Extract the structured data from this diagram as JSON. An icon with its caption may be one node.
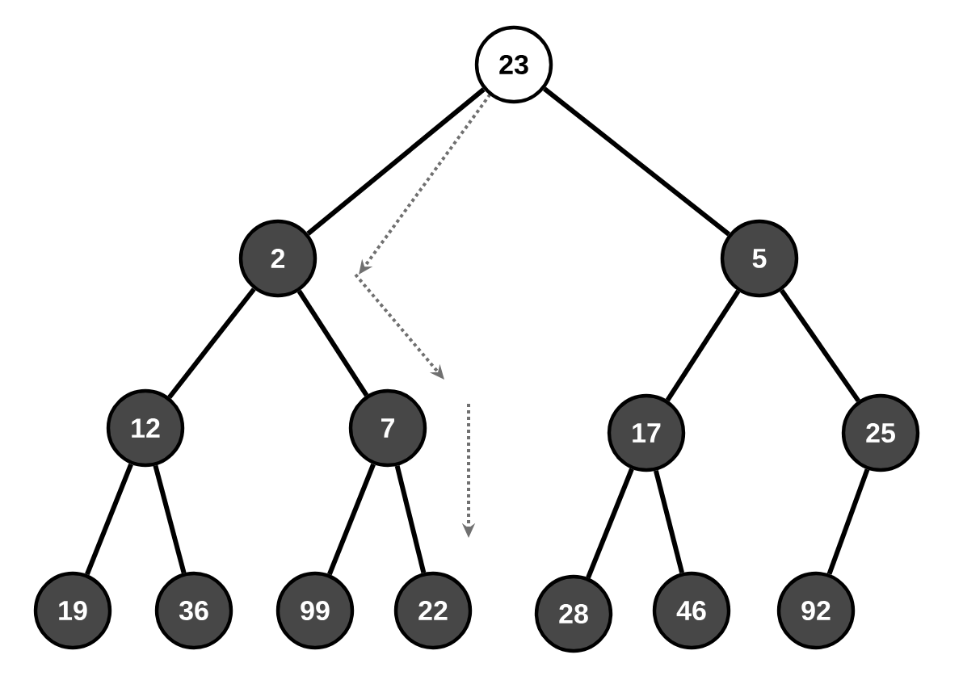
{
  "diagram": {
    "nodes": [
      {
        "text": [
          "23"
        ]
      },
      {
        "text": [
          "2"
        ]
      },
      {
        "text": [
          "5"
        ]
      },
      {
        "text": [
          "12"
        ]
      },
      {
        "text": [
          "7"
        ]
      },
      {
        "text": [
          "17"
        ]
      },
      {
        "text": [
          "25"
        ]
      },
      {
        "text": [
          "19"
        ]
      },
      {
        "text": [
          "36"
        ]
      },
      {
        "text": [
          "99"
        ]
      },
      {
        "text": [
          "22"
        ]
      },
      {
        "text": [
          "28"
        ]
      },
      {
        "text": [
          "46"
        ]
      },
      {
        "text": [
          "92"
        ]
      }
    ],
    "edges": [
      {
        "from": 0,
        "to": 1,
        "arrow": "none"
      },
      {
        "from": 0,
        "to": 2,
        "arrow": "none"
      },
      {
        "from": 1,
        "to": 3,
        "arrow": "none"
      },
      {
        "from": 1,
        "to": 4,
        "arrow": "none"
      },
      {
        "from": 2,
        "to": 5,
        "arrow": "none"
      },
      {
        "from": 2,
        "to": 6,
        "arrow": "none"
      },
      {
        "from": 3,
        "to": 7,
        "arrow": "none"
      },
      {
        "from": 3,
        "to": 8,
        "arrow": "none"
      },
      {
        "from": 4,
        "to": 9,
        "arrow": "none"
      },
      {
        "from": 4,
        "to": 10,
        "arrow": "none"
      },
      {
        "from": 5,
        "to": 11,
        "arrow": "none"
      },
      {
        "from": 5,
        "to": 12,
        "arrow": "none"
      },
      {
        "from": 6,
        "to": 13,
        "arrow": "none"
      },
      {
        "from": 0,
        "to": 1,
        "arrow": "to",
        "style": "dashed",
        "color": "#707070"
      },
      {
        "from": 1,
        "to": 4,
        "arrow": "to",
        "style": "dashed",
        "color": "#707070"
      },
      {
        "from": 4,
        "to": 10,
        "arrow": "to",
        "style": "dashed",
        "color": "#707070"
      }
    ]
  }
}
